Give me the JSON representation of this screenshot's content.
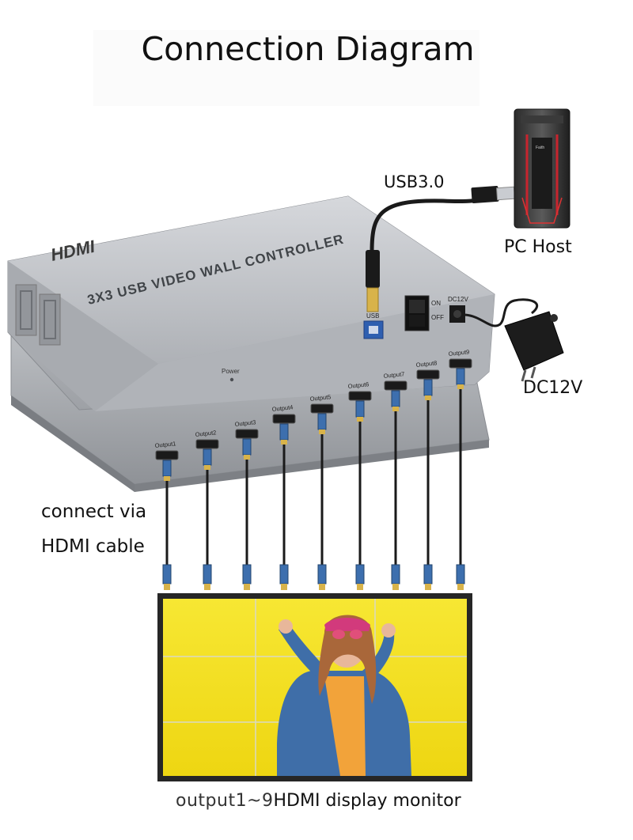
{
  "diagram": {
    "title": "Connection Diagram",
    "usb_label": "USB3.0",
    "pc_label": "PC Host",
    "power_label": "DC12V",
    "cable_label_line1": "connect via",
    "cable_label_line2": "HDMI cable",
    "bottom_label_part1": "output1~9",
    "bottom_label_part2": "HDMI display monitor"
  },
  "device": {
    "logo": "HDMI",
    "name": "3X3 USB VIDEO WALL CONTROLLER",
    "usb_port_label": "USB",
    "switch_on": "ON",
    "switch_off": "OFF",
    "dc_port_label": "DC12V",
    "power_led_label": "Power",
    "outputs": [
      "Output1",
      "Output2",
      "Output3",
      "Output4",
      "Output5",
      "Output6",
      "Output7",
      "Output8",
      "Output9"
    ]
  },
  "pc": {
    "case_mark": "Faith"
  },
  "colors": {
    "chassis": "#b9bcc1",
    "wall_background": "#f4e21c",
    "cable": "#1a1a1a",
    "connector_blue": "#3d6fae",
    "connector_gold": "#d8b34a"
  }
}
